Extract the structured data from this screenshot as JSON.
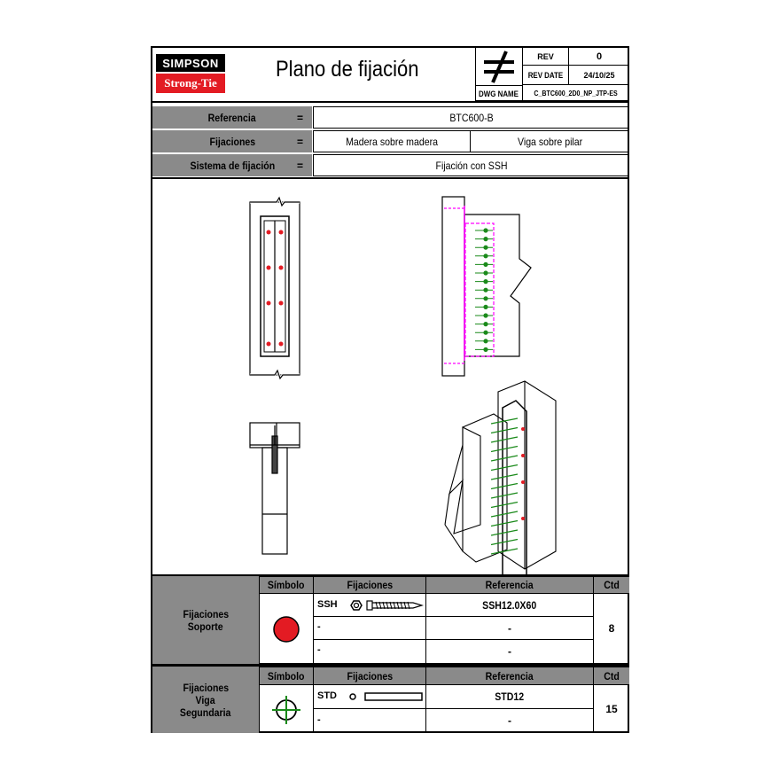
{
  "header": {
    "brand_top": "SIMPSON",
    "brand_bottom": "Strong-Tie",
    "title": "Plano de fijación",
    "rev_label": "REV",
    "rev_value": "0",
    "rev_date_label": "REV DATE",
    "rev_date_value": "24/10/25",
    "dwg_name_label": "DWG NAME",
    "dwg_name_value": "C_BTC600_2D0_NP_JTP-ES"
  },
  "info": {
    "referencia_label": "Referencia",
    "referencia_value": "BTC600-B",
    "fijaciones_label": "Fijaciones",
    "fijaciones_value_1": "Madera sobre madera",
    "fijaciones_value_2": "Viga sobre pilar",
    "sistema_label": "Sistema de fijación",
    "sistema_value": "Fijación con SSH",
    "equals": "="
  },
  "soporte": {
    "group_label_1": "Fijaciones",
    "group_label_2": "Soporte",
    "col_simbolo": "Símbolo",
    "col_fijaciones": "Fijaciones",
    "col_referencia": "Referencia",
    "col_ctd": "Ctd",
    "rows": [
      {
        "fijacion": "SSH",
        "referencia": "SSH12.0X60"
      },
      {
        "fijacion": "-",
        "referencia": "-"
      },
      {
        "fijacion": "-",
        "referencia": "-"
      }
    ],
    "ctd": "8",
    "symbol_color": "#e31b23"
  },
  "viga": {
    "group_label_1": "Fijaciones",
    "group_label_2": "Viga",
    "group_label_3": "Segundaria",
    "col_simbolo": "Símbolo",
    "col_fijaciones": "Fijaciones",
    "col_referencia": "Referencia",
    "col_ctd": "Ctd",
    "rows": [
      {
        "fijacion": "STD",
        "referencia": "STD12"
      },
      {
        "fijacion": "-",
        "referencia": "-"
      }
    ],
    "ctd": "15",
    "symbol_color": "#1a8a1a"
  },
  "colors": {
    "header_gray": "#8a8a8a",
    "fastener_red": "#e31b23",
    "dowel_green": "#1a8a1a",
    "hidden_magenta": "#ff00ff"
  }
}
